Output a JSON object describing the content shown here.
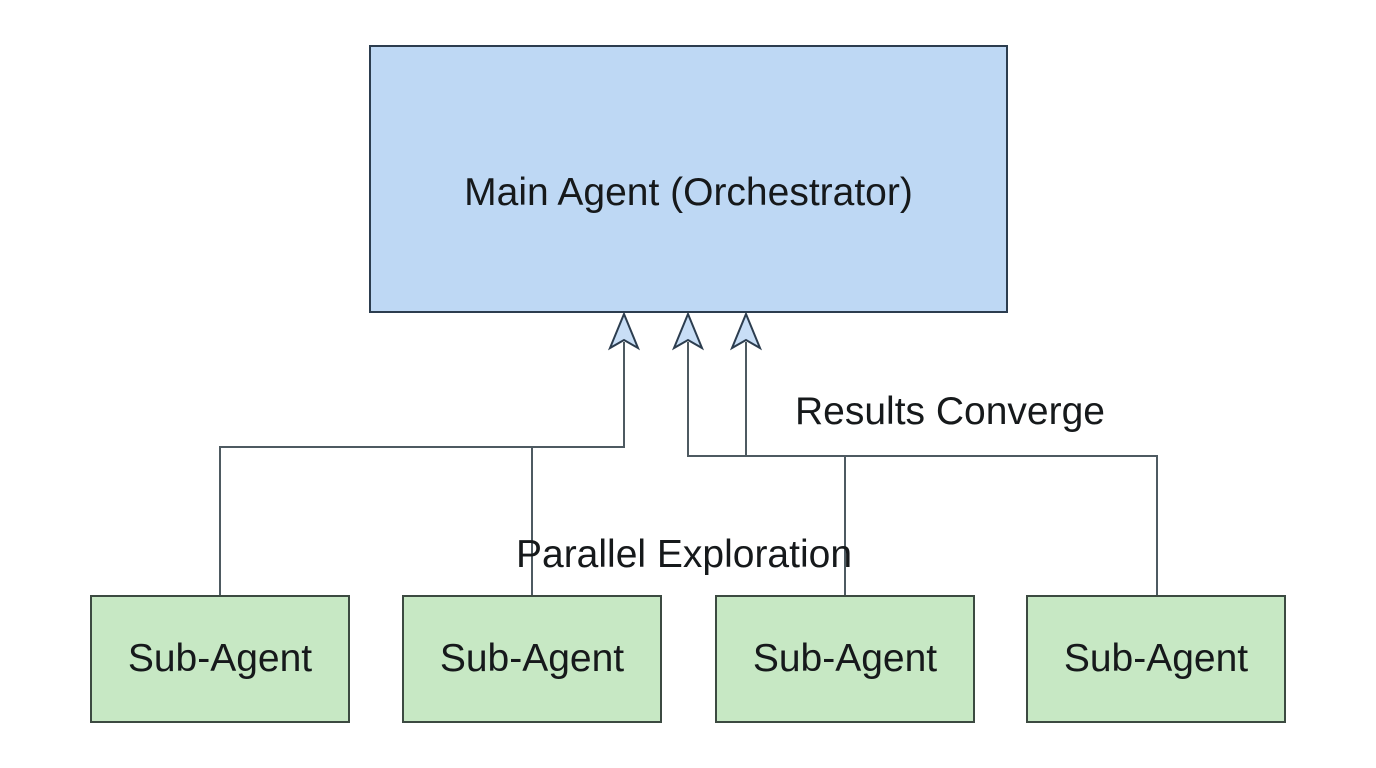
{
  "diagram": {
    "main_node": {
      "label": "Main Agent (Orchestrator)"
    },
    "sub_nodes": [
      {
        "label": "Sub-Agent"
      },
      {
        "label": "Sub-Agent"
      },
      {
        "label": "Sub-Agent"
      },
      {
        "label": "Sub-Agent"
      }
    ],
    "annotations": {
      "results_converge": "Results Converge",
      "parallel_exploration": "Parallel Exploration"
    },
    "colors": {
      "background": "#ffffff",
      "line": "#4e5a61",
      "text": "#16191b",
      "main_fill": "#bed8f4",
      "main_border": "#2c3d4f",
      "arrow_fill": "#c8def6",
      "sub_fill": "#c7e8c4",
      "sub_border": "#3c4a41"
    }
  }
}
